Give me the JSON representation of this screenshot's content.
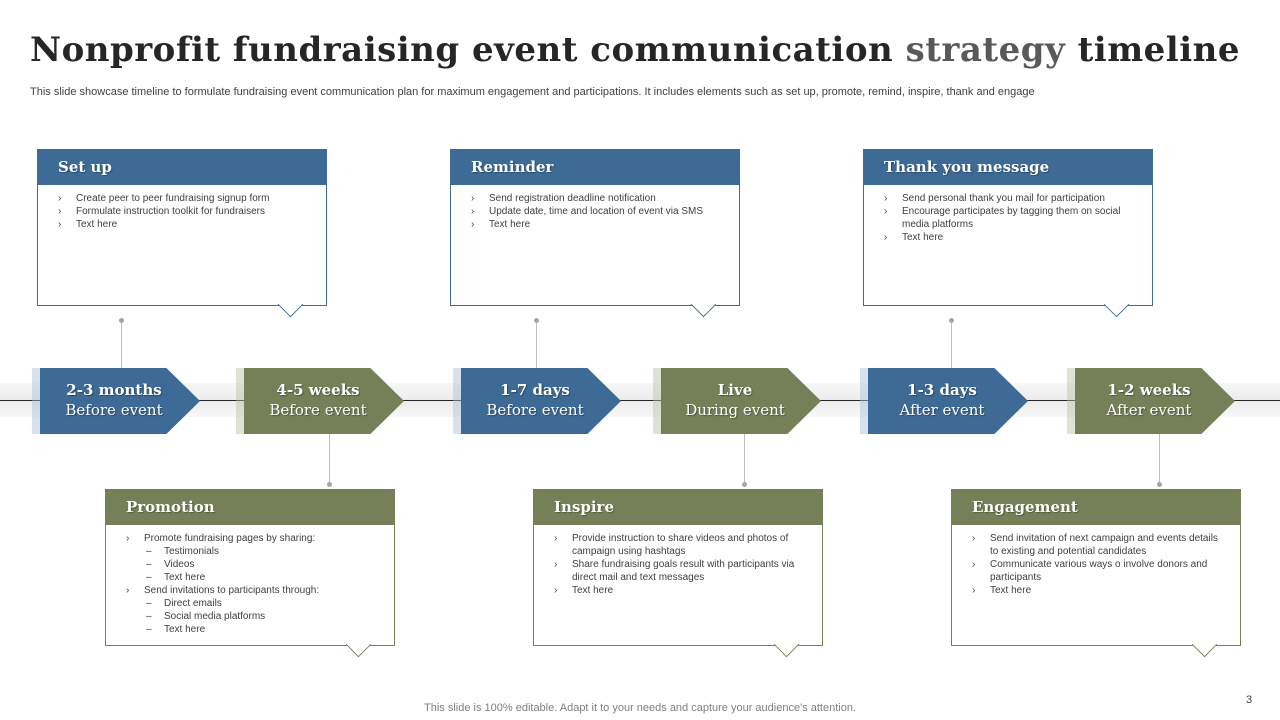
{
  "title": {
    "main": "Nonprofit fundraising event communication",
    "accent": "strategy",
    "end": "timeline"
  },
  "subtitle": "This slide showcase timeline to formulate fundraising event communication plan for maximum engagement and participations. It includes elements such as set up, promote, remind, inspire, thank and engage",
  "colors": {
    "blue": "#3e6a96",
    "green": "#758058",
    "blue_light": "#a9bfd6",
    "green_light": "#b9c1a6"
  },
  "markers": [
    {
      "line1": "2-3 months",
      "line2": "Before event",
      "color": "blue"
    },
    {
      "line1": "4-5 weeks",
      "line2": "Before event",
      "color": "green"
    },
    {
      "line1": "1-7 days",
      "line2": "Before event",
      "color": "blue"
    },
    {
      "line1": "Live",
      "line2": "During event",
      "color": "green"
    },
    {
      "line1": "1-3 days",
      "line2": "After event",
      "color": "blue"
    },
    {
      "line1": "1-2 weeks",
      "line2": "After event",
      "color": "green"
    }
  ],
  "cards": {
    "setup": {
      "title": "Set up",
      "items": [
        {
          "text": "Create peer to peer fundraising signup form",
          "sub": false
        },
        {
          "text": "Formulate instruction toolkit  for fundraisers",
          "sub": false
        },
        {
          "text": "Text here",
          "sub": false
        }
      ]
    },
    "reminder": {
      "title": "Reminder",
      "items": [
        {
          "text": "Send registration deadline notification",
          "sub": false
        },
        {
          "text": "Update date, time and location of event via SMS",
          "sub": false
        },
        {
          "text": "Text here",
          "sub": false
        }
      ]
    },
    "thankyou": {
      "title": "Thank you message",
      "items": [
        {
          "text": "Send personal thank you mail for participation",
          "sub": false
        },
        {
          "text": "Encourage participates by tagging them on social media platforms",
          "sub": false
        },
        {
          "text": "Text here",
          "sub": false
        }
      ]
    },
    "promotion": {
      "title": "Promotion",
      "items": [
        {
          "text": "Promote  fundraising pages by sharing:",
          "sub": false
        },
        {
          "text": "Testimonials",
          "sub": true
        },
        {
          "text": "Videos",
          "sub": true
        },
        {
          "text": "Text here",
          "sub": true
        },
        {
          "text": "Send invitations to participants through:",
          "sub": false
        },
        {
          "text": "Direct emails",
          "sub": true
        },
        {
          "text": "Social media  platforms",
          "sub": true
        },
        {
          "text": "Text here",
          "sub": true
        }
      ]
    },
    "inspire": {
      "title": "Inspire",
      "items": [
        {
          "text": "Provide instruction to share videos and photos of campaign using hashtags",
          "sub": false
        },
        {
          "text": "Share fundraising goals result with participants via direct mail  and text messages",
          "sub": false
        },
        {
          "text": "Text here",
          "sub": false
        }
      ]
    },
    "engagement": {
      "title": "Engagement",
      "items": [
        {
          "text": "Send invitation of next campaign and events details to existing and potential candidates",
          "sub": false
        },
        {
          "text": "Communicate  various ways o involve donors and participants",
          "sub": false
        },
        {
          "text": "Text here",
          "sub": false
        }
      ]
    }
  },
  "footer": "This slide is 100% editable. Adapt it to your needs and capture your audience's attention.",
  "page_number": "3"
}
